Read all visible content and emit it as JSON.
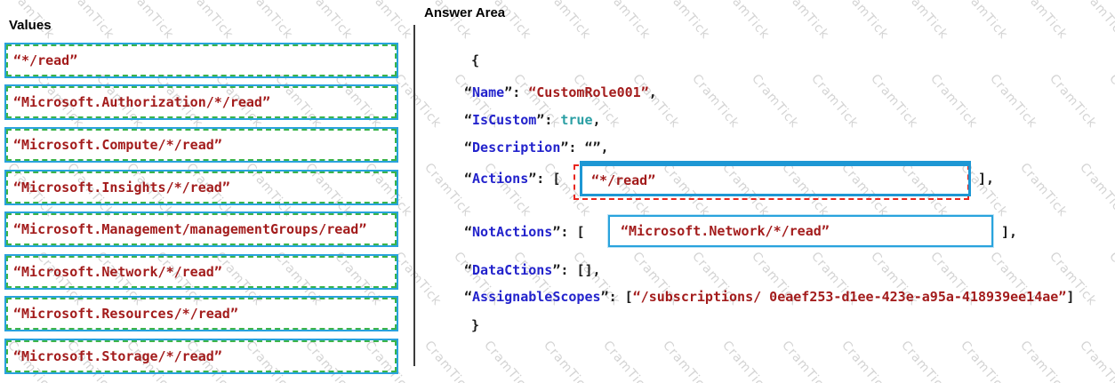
{
  "watermark": {
    "text": "CramTick",
    "color": "#d4d4d4"
  },
  "values_panel": {
    "title": "Values",
    "items": [
      "“*/read”",
      "“Microsoft.Authorization/*/read”",
      "“Microsoft.Compute/*/read”",
      "“Microsoft.Insights/*/read”",
      "“Microsoft.Management/managementGroups/read”",
      "“Microsoft.Network/*/read”",
      "“Microsoft.Resources/*/read”",
      "“Microsoft.Storage/*/read”"
    ]
  },
  "answer_area": {
    "title": "Answer Area",
    "json": {
      "brace_open": "{",
      "brace_close": "}",
      "name": {
        "q1": "“",
        "key": "Name",
        "q2": "”",
        "colon": ": ",
        "value": "“CustomRole001”",
        "comma": ","
      },
      "iscustom": {
        "q1": "“",
        "key": "IsCustom",
        "q2": "”",
        "colon": ": ",
        "keyword": "true",
        "comma": ","
      },
      "description": {
        "q1": "“",
        "key": "Description",
        "q2": "”",
        "colon": ": ",
        "empty": "“”",
        "comma": ","
      },
      "actions": {
        "q1": "“",
        "key": "Actions",
        "q2": "”",
        "colon": ": ",
        "bracket_open": "[ ",
        "slot_value": "“*/read”",
        "bracket_close": "],"
      },
      "notactions": {
        "q1": "“",
        "key": "NotActions",
        "q2": "”",
        "colon": ": ",
        "bracket_open": "[ ",
        "slot_value": "“Microsoft.Network/*/read”",
        "bracket_close": "],"
      },
      "datactions": {
        "q1": "“",
        "key": "DataCtions",
        "q2": "”",
        "colon": ": ",
        "brackets": "[],"
      },
      "assignablescopes": {
        "q1": "“",
        "key": "AssignableScopes",
        "q2": "”",
        "colon": ": ",
        "bracket_open": "[",
        "value": "“/subscriptions/ 0eaef253-d1ee-423e-a95a-418939ee14ae”",
        "bracket_close": "]"
      }
    }
  },
  "colors": {
    "value_text_red": "#a31c1c",
    "json_key_blue": "#2323cc",
    "keyword_teal": "#2b9fa4",
    "box_border_blue": "#29a3dd",
    "box_dash_green": "#3cb44a",
    "drop_dash_red": "#e8261f",
    "punctuation": "#1c1c1c"
  }
}
